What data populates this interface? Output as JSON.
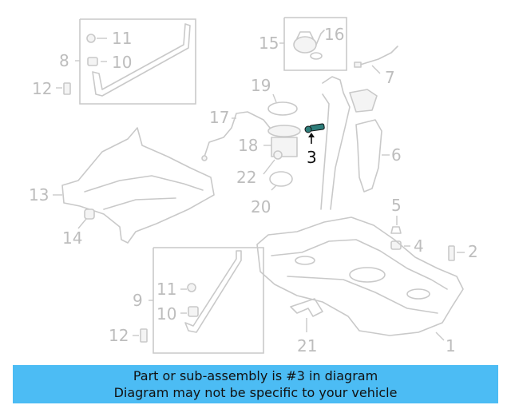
{
  "callouts": {
    "c1": "1",
    "c2": "2",
    "c3": "3",
    "c4": "4",
    "c5": "5",
    "c6": "6",
    "c7": "7",
    "c8": "8",
    "c9": "9",
    "c10a": "10",
    "c10b": "10",
    "c11a": "11",
    "c11b": "11",
    "c12a": "12",
    "c12b": "12",
    "c13": "13",
    "c14": "14",
    "c15": "15",
    "c16": "16",
    "c17": "17",
    "c18": "18",
    "c19": "19",
    "c20": "20",
    "c21": "21",
    "c22": "22"
  },
  "highlighted_part": "3",
  "colors": {
    "banner": "#4cbcf4",
    "parts": "#c9c9c9",
    "highlight": "#2e7d7a"
  },
  "banner": {
    "line1": "Part or sub-assembly is #3 in diagram",
    "line2": "Diagram may not be specific to your vehicle"
  }
}
